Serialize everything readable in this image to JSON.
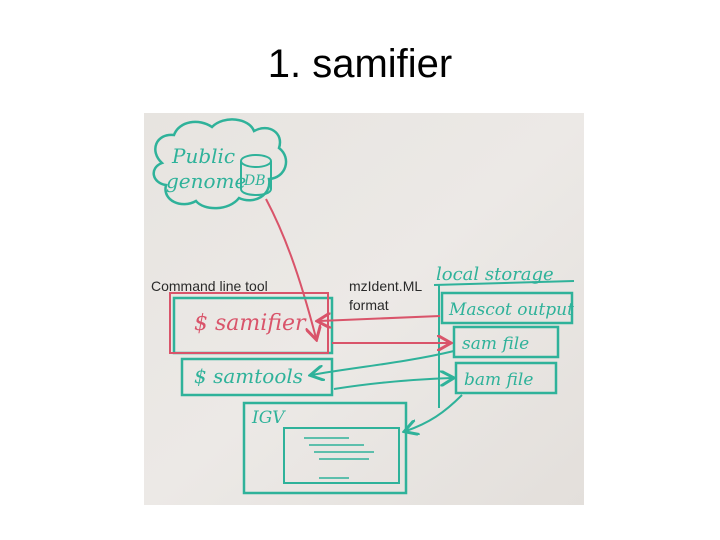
{
  "slide": {
    "title": "1. samifier"
  },
  "labels": {
    "command_line_tool": "Command line tool",
    "mzidentml_line1": "mzIdent.ML",
    "mzidentml_line2": "format"
  },
  "whiteboard": {
    "cloud_line1": "Public",
    "cloud_line2": "genome",
    "db": "DB",
    "samifier": "$ samifier",
    "samtools": "$ samtools",
    "local_storage": "local storage",
    "mascot_output": "Mascot output",
    "sam_file": "sam file",
    "bam_file": "bam file",
    "igv": "IGV"
  },
  "colors": {
    "marker_green": "#2fb29a",
    "marker_red": "#d9546a",
    "board": "#eae6e2"
  }
}
